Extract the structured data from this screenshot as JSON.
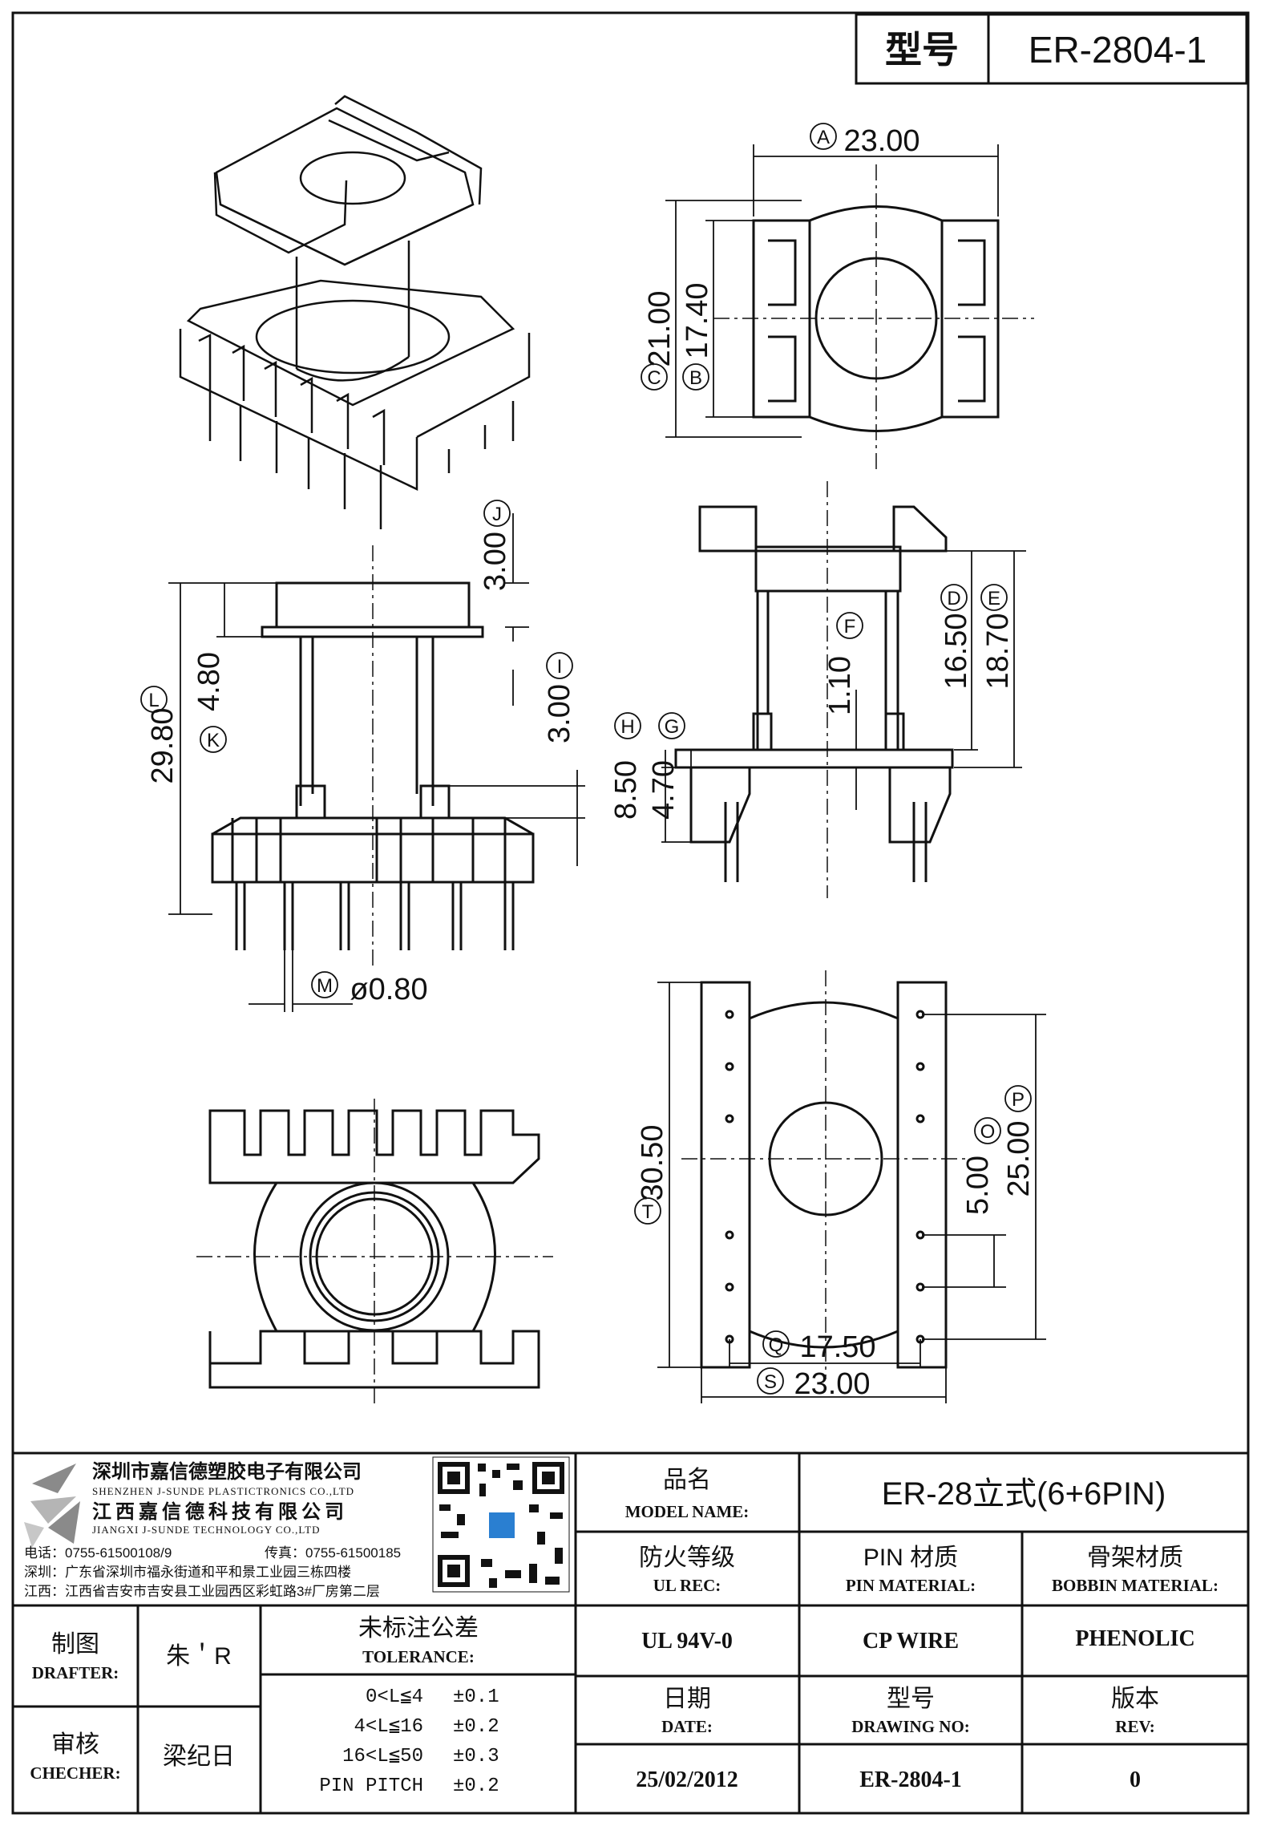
{
  "title_box": {
    "label": "型号",
    "value": "ER-2804-1"
  },
  "dimensions": {
    "A": {
      "letter": "A",
      "value": "23.00"
    },
    "B": {
      "letter": "B",
      "value": "17.40"
    },
    "C": {
      "letter": "C",
      "value": "21.00"
    },
    "D": {
      "letter": "D",
      "value": "16.50"
    },
    "E": {
      "letter": "E",
      "value": "18.70"
    },
    "F": {
      "letter": "F",
      "value": "1.10"
    },
    "G": {
      "letter": "G",
      "value": "4.70"
    },
    "H": {
      "letter": "H",
      "value": "8.50"
    },
    "I": {
      "letter": "I",
      "value": "3.00"
    },
    "J": {
      "letter": "J",
      "value": "3.00"
    },
    "K": {
      "letter": "K",
      "value": "4.80"
    },
    "L": {
      "letter": "L",
      "value": "29.80"
    },
    "M": {
      "letter": "M",
      "value": "ø0.80"
    },
    "O": {
      "letter": "O",
      "value": "5.00"
    },
    "P": {
      "letter": "P",
      "value": "25.00"
    },
    "Q": {
      "letter": "Q",
      "value": "17.50"
    },
    "S": {
      "letter": "S",
      "value": "23.00"
    },
    "T": {
      "letter": "T",
      "value": "30.50"
    }
  },
  "company": {
    "name_cn_1": "深圳市嘉信德塑胶电子有限公司",
    "name_en_1": "SHENZHEN J-SUNDE PLASTICTRONICS CO.,LTD",
    "name_cn_2": "江西嘉信德科技有限公司",
    "name_en_2": "JIANGXI J-SUNDE TECHNOLOGY CO.,LTD",
    "phone": "电话：0755-61500108/9",
    "fax": "传真：0755-61500185",
    "addr_sz": "深圳：广东省深圳市福永街道和平和景工业园三栋四楼",
    "addr_jx": "江西：江西省吉安市吉安县工业园西区彩虹路3#厂房第二层"
  },
  "title_block": {
    "model_name_cn": "品名",
    "model_name_en": "MODEL NAME:",
    "model_name_value": "ER-28立式(6+6PIN)",
    "ul_cn": "防火等级",
    "ul_en": "UL REC:",
    "pin_cn": "PIN 材质",
    "pin_en": "PIN MATERIAL:",
    "bobbin_cn": "骨架材质",
    "bobbin_en": "BOBBIN MATERIAL:",
    "ul_value": "UL 94V-0",
    "pin_value": "CP WIRE",
    "bobbin_value": "PHENOLIC",
    "date_cn": "日期",
    "date_en": "DATE:",
    "drawno_cn": "型号",
    "drawno_en": "DRAWING NO:",
    "rev_cn": "版本",
    "rev_en": "REV:",
    "date_value": "25/02/2012",
    "drawno_value": "ER-2804-1",
    "rev_value": "0",
    "drafter_cn": "制图",
    "drafter_en": "DRAFTER:",
    "drafter_name": "朱＇R",
    "checker_cn": "审核",
    "checker_en": "CHECHER:",
    "checker_name": "梁纪日",
    "tolerance_cn": "未标注公差",
    "tolerance_en": "TOLERANCE:"
  },
  "tolerance_rows": [
    {
      "range": "0<L≦4",
      "tol": "±0.1"
    },
    {
      "range": "4<L≦16",
      "tol": "±0.2"
    },
    {
      "range": "16<L≦50",
      "tol": "±0.3"
    },
    {
      "range": "PIN PITCH",
      "tol": "±0.2"
    }
  ],
  "colors": {
    "ink": "#111111",
    "logo_gray": "#8a8a8a",
    "qr_blue": "#2a7fd1"
  }
}
